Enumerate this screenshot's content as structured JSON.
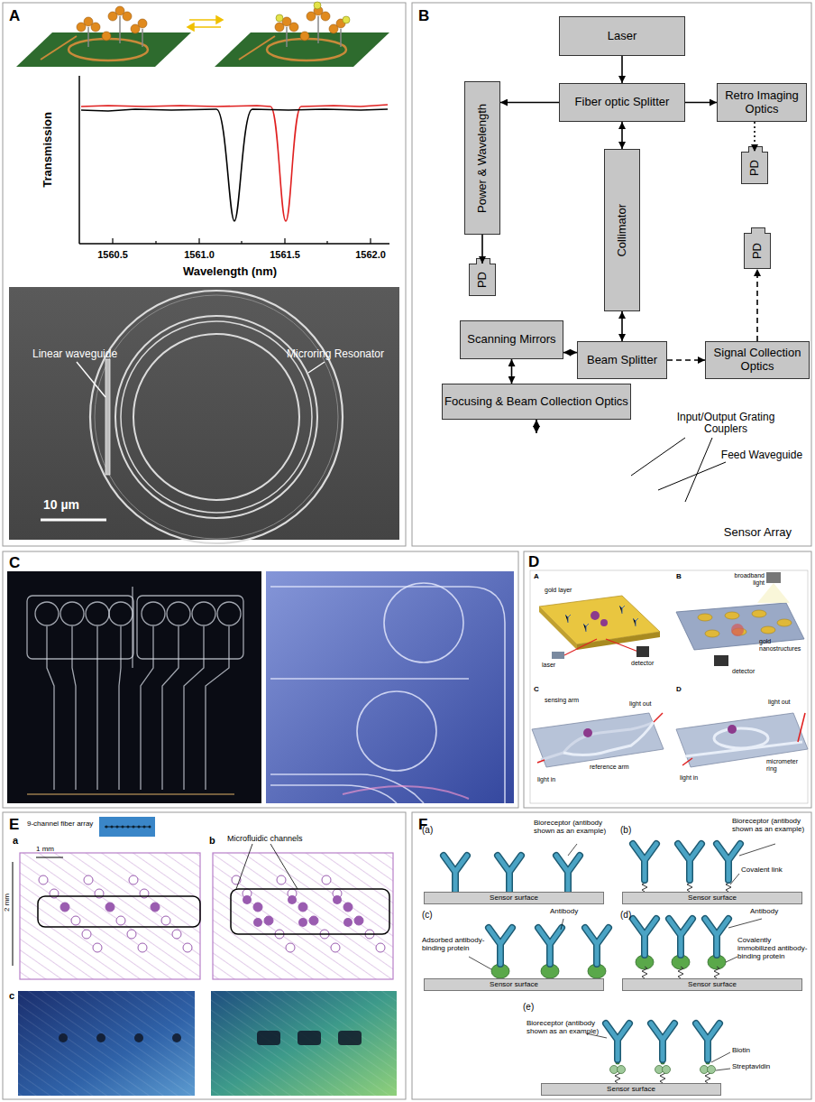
{
  "diagram": {
    "nodes": [
      {
        "text": [
          "Laser"
        ]
      },
      {
        "text": [
          "Fiber optic Splitter"
        ]
      },
      {
        "text": [
          "Power & Wavelength"
        ]
      },
      {
        "text": [
          "PD"
        ]
      },
      {
        "text": [
          "Retro Imaging Optics"
        ]
      },
      {
        "text": [
          "PD"
        ]
      },
      {
        "text": [
          "Collimator"
        ]
      },
      {
        "text": [
          "PD"
        ]
      },
      {
        "text": [
          "Scanning Mirrors"
        ]
      },
      {
        "text": [
          "Beam Splitter"
        ]
      },
      {
        "text": [
          "Signal Collection Optics"
        ]
      },
      {
        "text": [
          "Focusing & Beam Collection Optics"
        ]
      },
      {
        "text": [
          "Sensor Array"
        ]
      },
      {
        "text": [
          "Sensor surface"
        ]
      },
      {
        "text": [
          "Sensor surface"
        ]
      },
      {
        "text": [
          "Sensor surface"
        ]
      },
      {
        "text": [
          "Sensor surface"
        ]
      },
      {
        "text": [
          "Sensor surface"
        ]
      }
    ],
    "edges": [
      {
        "from": 0,
        "to": 1,
        "arrow": "to"
      },
      {
        "from": 1,
        "to": 2,
        "arrow": "to"
      },
      {
        "from": 2,
        "to": 3,
        "arrow": "to"
      },
      {
        "from": 1,
        "to": 4,
        "arrow": "to"
      },
      {
        "from": 4,
        "to": 5,
        "arrow": "to"
      },
      {
        "from": 1,
        "to": 6,
        "arrow": "both"
      },
      {
        "from": 6,
        "to": 9,
        "arrow": "both"
      },
      {
        "from": 9,
        "to": 8,
        "arrow": "both"
      },
      {
        "from": 9,
        "to": 10,
        "arrow": "to"
      },
      {
        "from": 10,
        "to": 7,
        "arrow": "to"
      },
      {
        "from": 8,
        "to": 11,
        "arrow": "both"
      },
      {
        "from": 11,
        "to": 12,
        "arrow": "both"
      }
    ],
    "labels": [
      "A",
      "Transmission",
      "1560.5",
      "1561.0",
      "1561.5",
      "1562.0",
      "Wavelength (nm)",
      "Linear waveguide",
      "Microring Resonator",
      "10 µm",
      "B",
      "Input/Output Grating Couplers",
      "Feed Waveguide",
      "C",
      "D",
      "A",
      "gold layer",
      "laser",
      "detector",
      "B",
      "broadband light",
      "gold nanostructures",
      "detector",
      "C",
      "sensing arm",
      "light out",
      "reference arm",
      "light in",
      "D",
      "light out",
      "light in",
      "micrometer ring",
      "E",
      "a",
      "9-channel fiber array",
      "b",
      "Microfluidic channels",
      "1 mm",
      "2 mm",
      "c",
      "F",
      "(a)",
      "Bioreceptor (antibody shown as an example)",
      "(b)",
      "Bioreceptor (antibody shown as an example)",
      "Covalent link",
      "(c)",
      "Antibody",
      "Adsorbed antibody-binding protein",
      "(d)",
      "Antibody",
      "Covalently immobilized antibody-binding protein",
      "(e)",
      "Bioreceptor (antibody shown as an example)",
      "Biotin",
      "Streptavidin"
    ]
  }
}
